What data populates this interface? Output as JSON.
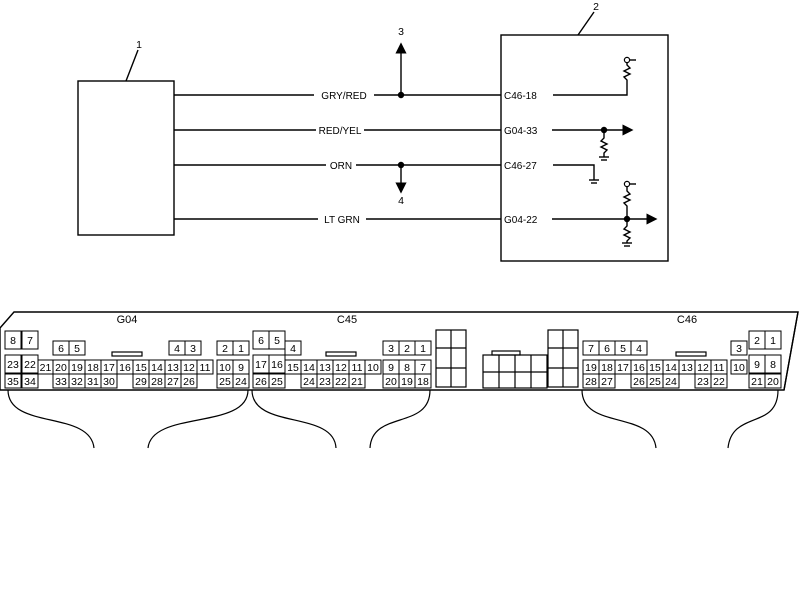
{
  "callouts": {
    "component_1": "1",
    "component_2": "2",
    "arrow_3": "3",
    "arrow_4": "4"
  },
  "wires": [
    {
      "color": "GRY/RED",
      "terminal": "C46-18"
    },
    {
      "color": "RED/YEL",
      "terminal": "G04-33"
    },
    {
      "color": "ORN",
      "terminal": "C46-27"
    },
    {
      "color": "LT GRN",
      "terminal": "G04-22"
    }
  ],
  "connectors": {
    "g04": {
      "name": "G04",
      "pins": [
        "8",
        "7",
        "6",
        "5",
        "4",
        "3",
        "2",
        "1",
        "23",
        "22",
        "21",
        "20",
        "19",
        "18",
        "17",
        "16",
        "15",
        "14",
        "13",
        "12",
        "11",
        "10",
        "9",
        "35",
        "34",
        "33",
        "32",
        "31",
        "30",
        "29",
        "28",
        "27",
        "26",
        "25",
        "24"
      ]
    },
    "c45": {
      "name": "C45",
      "pins": [
        "6",
        "5",
        "4",
        "3",
        "2",
        "1",
        "17",
        "16",
        "15",
        "14",
        "13",
        "12",
        "11",
        "10",
        "9",
        "8",
        "7",
        "26",
        "25",
        "24",
        "23",
        "22",
        "21",
        "20",
        "19",
        "18"
      ]
    },
    "c46": {
      "name": "C46",
      "pins": [
        "7",
        "6",
        "5",
        "4",
        "3",
        "2",
        "1",
        "19",
        "18",
        "17",
        "16",
        "15",
        "14",
        "13",
        "12",
        "11",
        "10",
        "9",
        "8",
        "28",
        "27",
        "26",
        "25",
        "24",
        "23",
        "22",
        "21",
        "20"
      ]
    }
  }
}
